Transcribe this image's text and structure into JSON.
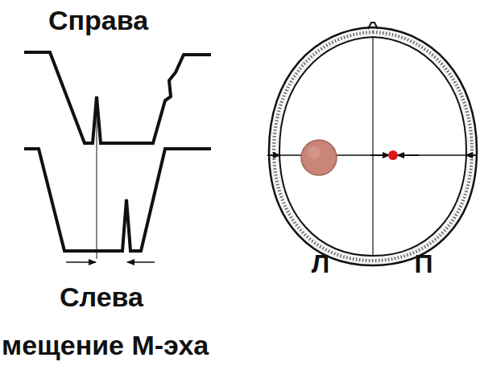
{
  "diagram": {
    "labels": [
      "Справа",
      "Слева",
      "Л",
      "П",
      "мещение М-эха"
    ]
  }
}
